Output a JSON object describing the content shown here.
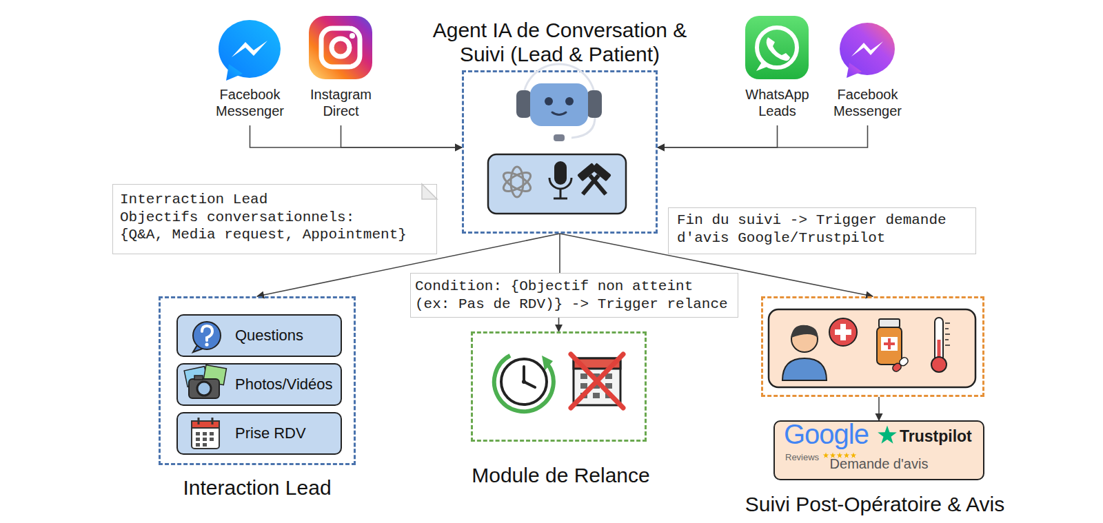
{
  "diagram": {
    "nodes": [
      {
        "text": [
          "Facebook Messenger"
        ]
      },
      {
        "text": [
          "Instagram Direct"
        ]
      },
      {
        "text": [
          "Agent IA de Conversation & Suivi (Lead & Patient)"
        ]
      },
      {
        "text": [
          "WhatsApp Leads"
        ]
      },
      {
        "text": [
          "Facebook Messenger"
        ]
      },
      {
        "text": [
          "Interraction Lead",
          "Objectifs conversationnels:",
          "{Q&A, Media request, Appointment}"
        ]
      },
      {
        "text": [
          "Fin du suivi -> Trigger demande d'avis Google/Trustpilot"
        ]
      },
      {
        "text": [
          "Interaction Lead"
        ]
      },
      {
        "text": [
          "Questions"
        ],
        "in": 7
      },
      {
        "text": [
          "Photos/Vidéos"
        ],
        "in": 7
      },
      {
        "text": [
          "Prise RDV"
        ],
        "in": 7
      },
      {
        "text": [
          "Condition: {Objectif non atteint (ex: Pas de RDV)} -> Trigger relance"
        ]
      },
      {
        "text": [
          "Module de Relance"
        ]
      },
      {
        "text": [
          "Suivi Post-Opératoire & Avis"
        ]
      },
      {
        "text": [
          "Google",
          "Reviews",
          "Trustpilot",
          "Demande d'avis"
        ]
      }
    ],
    "edges": [
      {
        "from": 0,
        "to": 2,
        "arrow": "to"
      },
      {
        "from": 1,
        "to": 2,
        "arrow": "to"
      },
      {
        "from": 3,
        "to": 2,
        "arrow": "to"
      },
      {
        "from": 4,
        "to": 2,
        "arrow": "to"
      },
      {
        "from": 2,
        "to": 7,
        "arrow": "to"
      },
      {
        "from": 2,
        "to": 11,
        "arrow": "none"
      },
      {
        "from": 11,
        "to": 12,
        "arrow": "to"
      },
      {
        "from": 2,
        "to": 13,
        "arrow": "to"
      },
      {
        "from": 13,
        "to": 14,
        "arrow": "to"
      }
    ]
  }
}
